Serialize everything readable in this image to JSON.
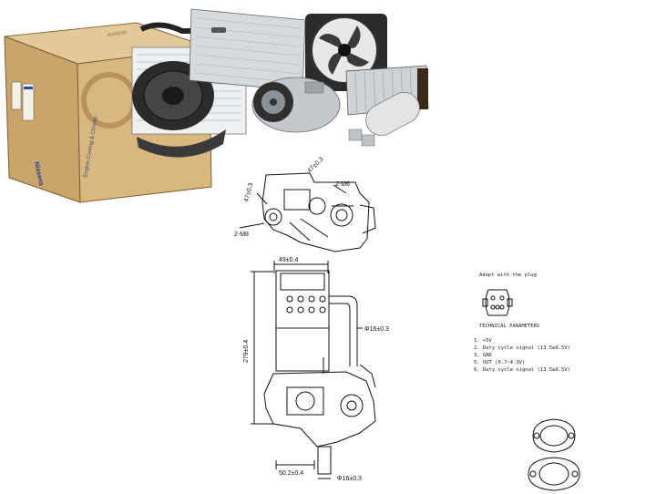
{
  "header_photo": {
    "box_brand": "Nissens",
    "box_side_text": "Engine Cooling & Climate",
    "box_top_text": "NISSENS"
  },
  "dimensions": {
    "top_view_angle": "47±0.3",
    "top_view_bolt_right": "2-M6",
    "top_view_angle_left": "47±0.3",
    "top_view_bolt_left": "2-M8",
    "side_width": "49±0.4",
    "side_height": "279±0.4",
    "side_pipe_dia": "Φ16±0.3",
    "bottom_width": "50.2±0.4",
    "bottom_pipe_dia": "Φ16±0.3"
  },
  "plug_info": {
    "title": "Adopt with the plug",
    "params_title": "TECHNICAL PARAMETERS",
    "params": [
      "1.  +5V",
      "2.  Duty cycle signal (13.5±0.5V)",
      "3.  GND",
      "5.  OUT (0.7~4.3V)",
      "6.  Duty cycle signal (13.5±0.5V)"
    ]
  }
}
